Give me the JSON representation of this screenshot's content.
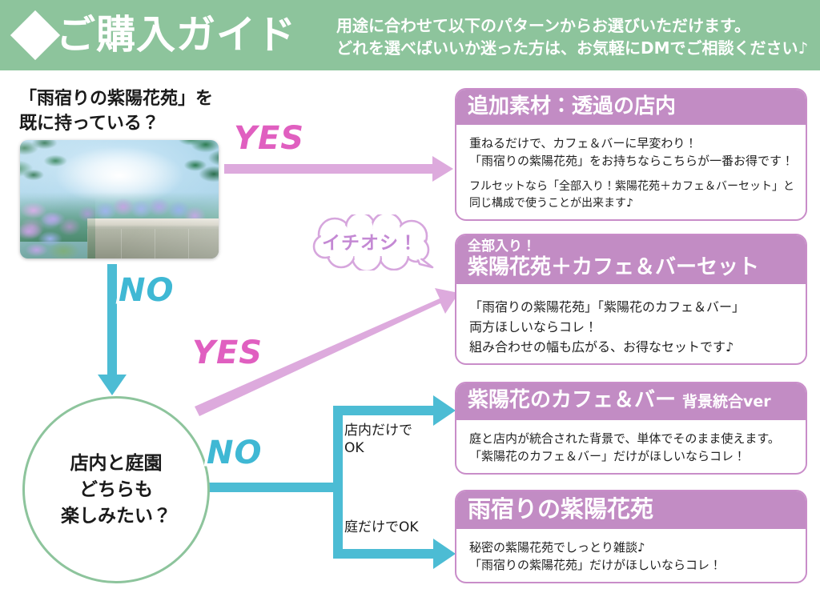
{
  "header": {
    "diamond_icon": "diamond-icon",
    "title": "ご購入ガイド",
    "subtitle_line1": "用途に合わせて以下のパターンからお選びいただけます。",
    "subtitle_line2": "どれを選べばいいか迷った方は、お気軽にDMでご相談ください♪",
    "band_color": "#8dc49c"
  },
  "flow": {
    "question1_line1": "「雨宿りの紫陽花苑」を",
    "question1_line2": "既に持っている？",
    "thumbnail_name": "ajisai-garden-thumbnail",
    "question2_line1": "店内と庭園",
    "question2_line2": "どちらも",
    "question2_line3": "楽しみたい？",
    "yes_top": "YES",
    "no_down": "NO",
    "yes_diagonal": "YES",
    "no_right": "NO",
    "branch_top_line1": "店内だけで",
    "branch_top_line2": "OK",
    "branch_bottom": "庭だけでOK",
    "recommend_bubble": "イチオシ！",
    "yes_color": "#e05fc0",
    "no_color": "#3fb8d4",
    "pink_arrow_color": "#ddaadd",
    "cyan_arrow_color": "#4cbcd4",
    "circle_color": "#8dc49c"
  },
  "panels": [
    {
      "id": "panel-additional-material",
      "title": "追加素材：透過の店内",
      "body": [
        "重ねるだけで、カフェ＆バーに早変わり！",
        "「雨宿りの紫陽花苑」をお持ちならこちらが一番お得です！"
      ],
      "body2": [
        "フルセットなら「全部入り！紫陽花苑＋カフェ＆バーセット」と",
        "同じ構成で使うことが出来ます♪"
      ]
    },
    {
      "id": "panel-full-set",
      "title_line1": "全部入り！",
      "title_line2": "紫陽花苑＋カフェ＆バーセット",
      "body": [
        "「雨宿りの紫陽花苑」「紫陽花のカフェ＆バー」",
        "両方ほしいならコレ！",
        "組み合わせの幅も広がる、お得なセットです♪"
      ]
    },
    {
      "id": "panel-cafe-bar",
      "title": "紫陽花のカフェ＆バー",
      "title_suffix": "背景統合ver",
      "body": [
        "庭と店内が統合された背景で、単体でそのまま使えます。",
        "「紫陽花のカフェ＆バー」だけがほしいならコレ！"
      ]
    },
    {
      "id": "panel-ajisai-garden",
      "title": "雨宿りの紫陽花苑",
      "body": [
        "秘密の紫陽花苑でしっとり雑談♪",
        "「雨宿りの紫陽花苑」だけがほしいならコレ！"
      ]
    }
  ],
  "colors": {
    "panel_header": "#c28cc4",
    "panel_border": "#c98dc9",
    "green": "#8dc49c",
    "pink": "#ddaadd",
    "cyan": "#4cbcd4"
  }
}
